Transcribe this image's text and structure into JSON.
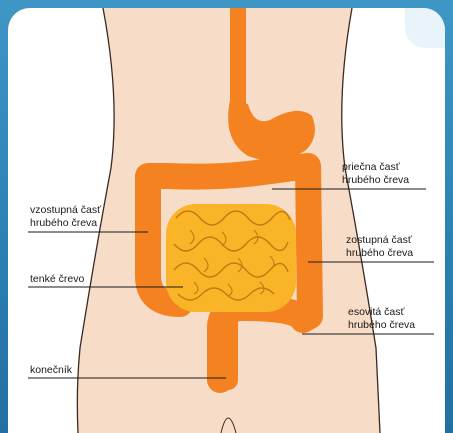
{
  "colors": {
    "border": "#2e86b8",
    "card": "#ffffff",
    "skin": "#f7dcc7",
    "skin_outline": "#3a2a22",
    "colon": "#f58220",
    "small_intestine": "#f9b428",
    "leader_line": "#1a1a1a"
  },
  "labels": {
    "ascending_colon": [
      "vzostupná časť",
      "hrubého čreva"
    ],
    "small_intestine": [
      "tenké črevo"
    ],
    "rectum": [
      "konečník"
    ],
    "transverse_colon": [
      "priečna časť",
      "hrubého čreva"
    ],
    "descending_colon": [
      "zostupná časť",
      "hrubého čreva"
    ],
    "sigmoid_colon": [
      "esovitá časť",
      "hrubého čreva"
    ]
  }
}
